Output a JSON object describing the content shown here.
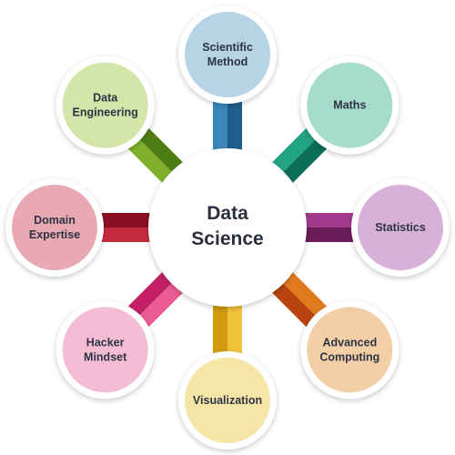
{
  "center": {
    "label_lines": [
      "Data",
      "Science"
    ]
  },
  "nodes": [
    {
      "id": "scientific-method",
      "label_lines": [
        "Scientific",
        "Method"
      ],
      "fill": "#b7d3e6",
      "connector": [
        "#1f5d8c",
        "#3b86b9"
      ]
    },
    {
      "id": "maths",
      "label_lines": [
        "Maths"
      ],
      "fill": "#a7dccc",
      "connector": [
        "#0b6e58",
        "#22a383"
      ]
    },
    {
      "id": "statistics",
      "label_lines": [
        "Statistics"
      ],
      "fill": "#d7b1d8",
      "connector": [
        "#6b1c5a",
        "#a23b8c"
      ]
    },
    {
      "id": "advanced-computing",
      "label_lines": [
        "Advanced",
        "Computing"
      ],
      "fill": "#f2cfa6",
      "connector": [
        "#b8430e",
        "#e07a1f"
      ]
    },
    {
      "id": "visualization",
      "label_lines": [
        "Visualization"
      ],
      "fill": "#f5e6a8",
      "connector": [
        "#d29a0e",
        "#f1c33b"
      ]
    },
    {
      "id": "hacker-mindset",
      "label_lines": [
        "Hacker",
        "Mindset"
      ],
      "fill": "#f5bdd4",
      "connector": [
        "#c21f66",
        "#ea5a95"
      ]
    },
    {
      "id": "domain-expertise",
      "label_lines": [
        "Domain",
        "Expertise"
      ],
      "fill": "#e8a9b3",
      "connector": [
        "#8a0f22",
        "#c62a3e"
      ]
    },
    {
      "id": "data-engineering",
      "label_lines": [
        "Data",
        "Engineering"
      ],
      "fill": "#d3e5a9",
      "connector": [
        "#4d7d12",
        "#7fb02c"
      ]
    }
  ]
}
